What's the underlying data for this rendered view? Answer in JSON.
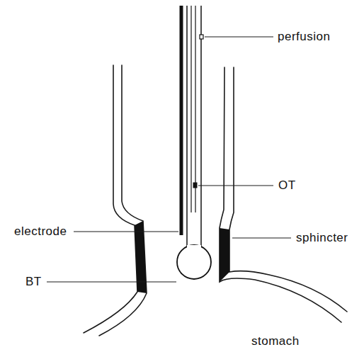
{
  "diagram": {
    "labels": [
      "perfusion",
      "OT",
      "electrode",
      "sphincter",
      "BT",
      "stomach"
    ]
  }
}
